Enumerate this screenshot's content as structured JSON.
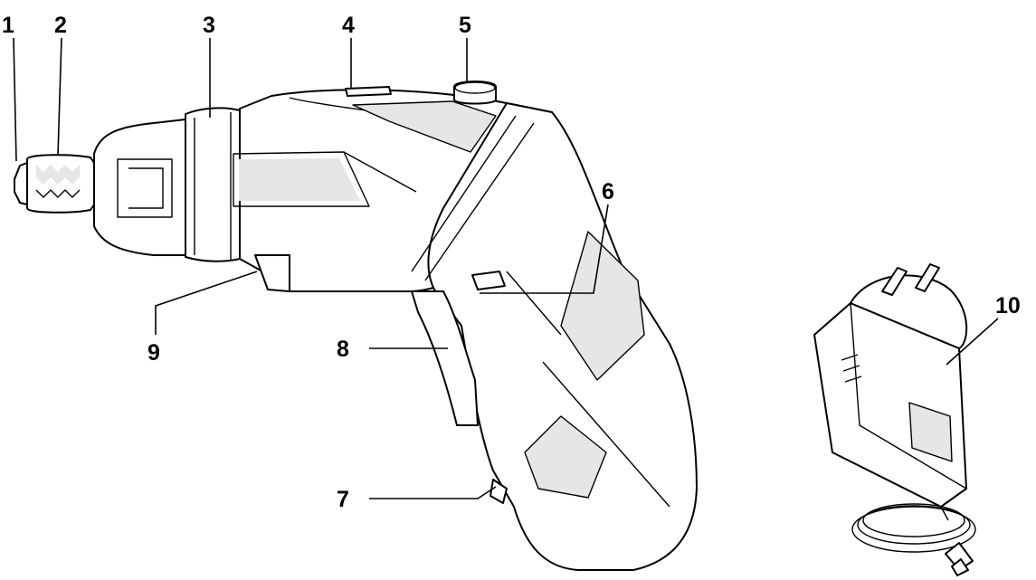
{
  "callouts": [
    {
      "label": "1",
      "part": "bit-holder"
    },
    {
      "label": "2",
      "part": "chuck-collar"
    },
    {
      "label": "3",
      "part": "torque-ring"
    },
    {
      "label": "4",
      "part": "direction-switch"
    },
    {
      "label": "5",
      "part": "pivot-button"
    },
    {
      "label": "6",
      "part": "indicator-light"
    },
    {
      "label": "7",
      "part": "charging-port"
    },
    {
      "label": "8",
      "part": "trigger-switch"
    },
    {
      "label": "9",
      "part": "work-light"
    },
    {
      "label": "10",
      "part": "charger-adapter"
    }
  ]
}
